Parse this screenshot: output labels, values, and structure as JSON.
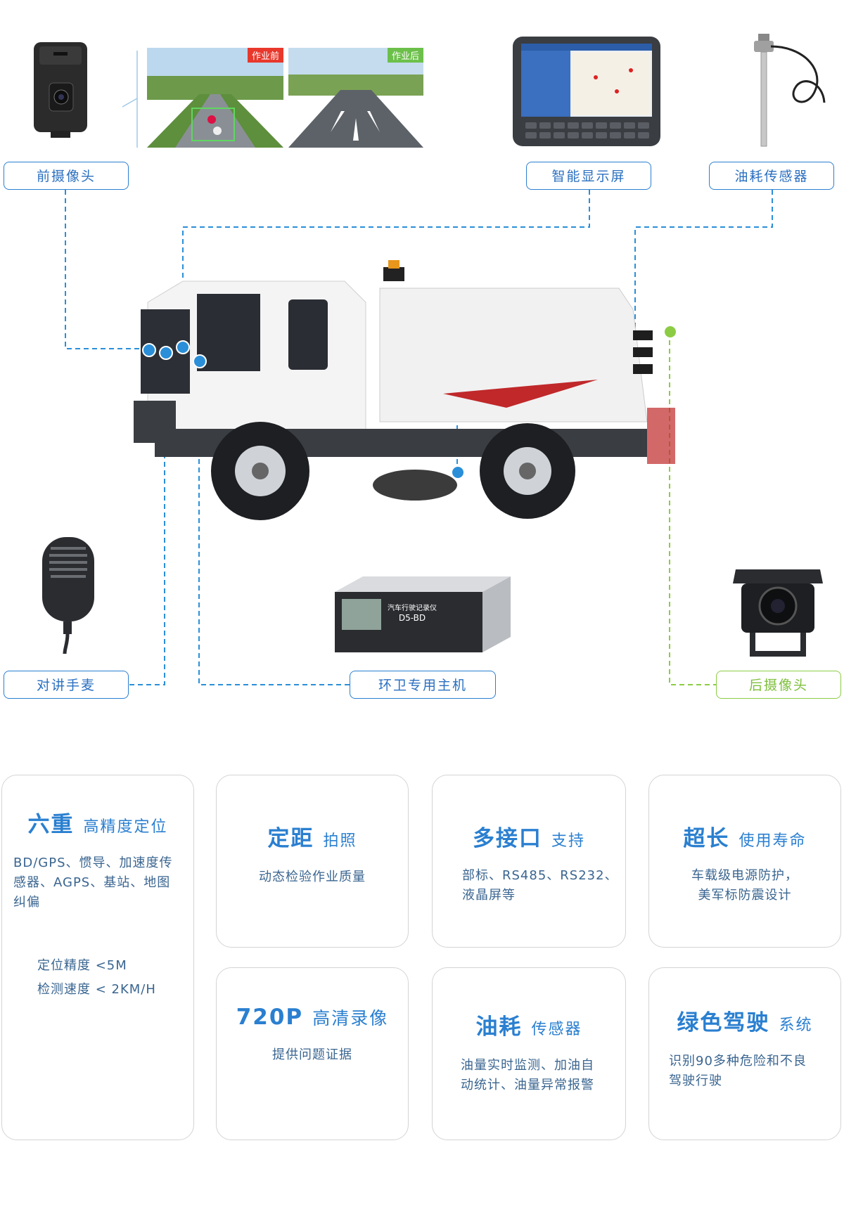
{
  "devices": {
    "front_camera": "前摄像头",
    "smart_display": "智能显示屏",
    "fuel_sensor": "油耗传感器",
    "intercom_mic": "对讲手麦",
    "host_unit": "环卫专用主机",
    "rear_camera": "后摄像头"
  },
  "compare": {
    "before": "作业前",
    "after": "作业后"
  },
  "host_unit_faceplate": {
    "line1": "汽车行驶记录仪",
    "line2": "D5-BD"
  },
  "cards": {
    "positioning": {
      "big": "六重",
      "small": "高精度定位",
      "desc": "BD/GPS、惯导、加速度传感器、AGPS、基站、地图纠偏",
      "spec1": "定位精度 <5M",
      "spec2": "检测速度 < 2KM/H"
    },
    "photo": {
      "big": "定距",
      "small": "拍照",
      "desc1": "动态检验作业质量"
    },
    "interface": {
      "big": "多接口",
      "small": "支持",
      "desc1": "部标、RS485、RS232、",
      "desc2": "液晶屏等"
    },
    "lifetime": {
      "big": "超长",
      "small": "使用寿命",
      "desc1": "车载级电源防护，",
      "desc2": "美军标防震设计"
    },
    "video": {
      "big": "720P",
      "small": "高清录像",
      "desc1": "提供问题证据"
    },
    "fuel": {
      "big": "油耗",
      "small": "传感器",
      "desc1": "油量实时监测、加油自",
      "desc2": "动统计、油量异常报警"
    },
    "driving": {
      "big": "绿色驾驶",
      "small": "系统",
      "desc1": "识别90多种危险和不良",
      "desc2": "驾驶行驶"
    }
  },
  "colors": {
    "accent": "#2a7fd0",
    "green": "#8ccc44",
    "text": "#3a6590",
    "card_border": "#d4d4d4"
  }
}
